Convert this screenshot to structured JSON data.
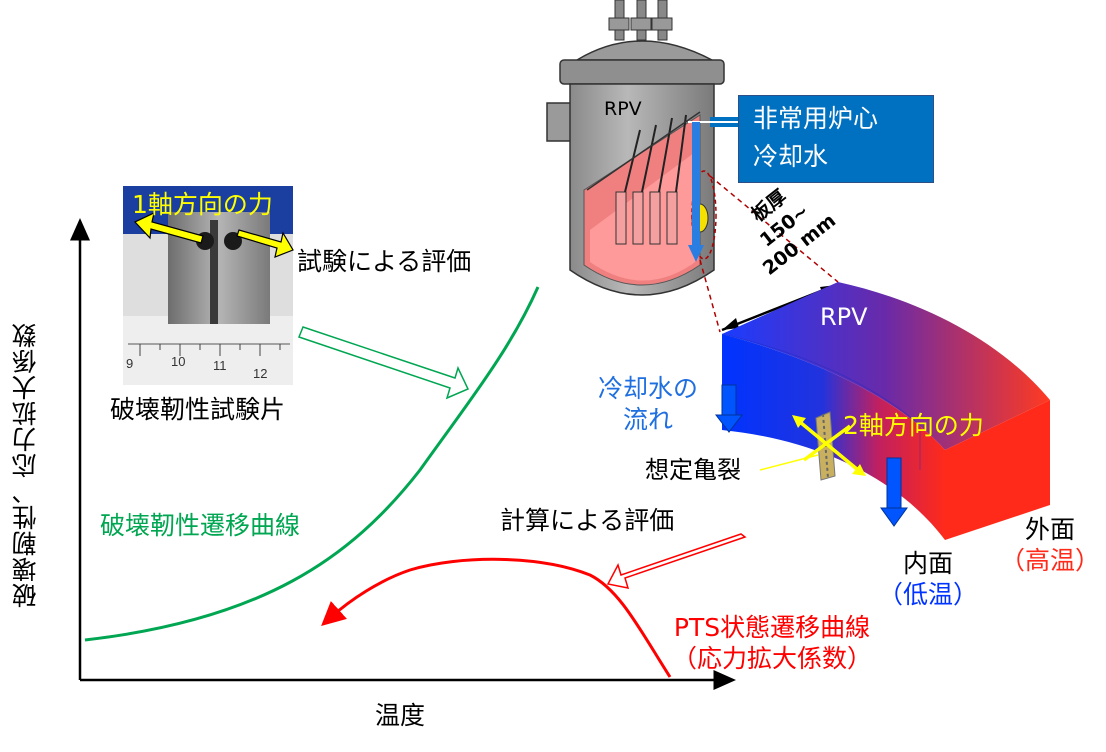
{
  "axes": {
    "ylabel": "破壊靭性、応力拡大係数",
    "xlabel": "温度"
  },
  "labels": {
    "test_eval": "試験による評価",
    "calc_eval": "計算による評価",
    "specimen": "破壊靭性試験片",
    "ftt_curve": "破壊靭性遷移曲線",
    "pts_curve_line1": "PTS状態遷移曲線",
    "pts_curve_line2": "（応力拡大係数）",
    "uniaxial_force": "1軸方向の力",
    "biaxial_force": "2軸方向の力",
    "assumed_crack": "想定亀裂",
    "coolant_flow_line1": "冷却水の",
    "coolant_flow_line2": "流れ",
    "inner_surface": "内面",
    "inner_temp": "（低温）",
    "outer_surface": "外面",
    "outer_temp": "（高温）",
    "rpv_vessel": "RPV",
    "rpv_block": "RPV",
    "thickness_line1": "板厚",
    "thickness_line2": "150~",
    "thickness_line3": "200 mm"
  },
  "coolant_box": {
    "line1": "非常用炉心",
    "line2": "冷却水"
  },
  "ruler_ticks": [
    "9",
    "10",
    "11",
    "12"
  ],
  "colors": {
    "ftt_curve": "#00a651",
    "pts_curve": "#ff0000",
    "coolant_box": "#0070c0",
    "flow_text": "#1f6fe0",
    "force_text": "#ffff00",
    "inner_cold": "#0033ff",
    "outer_hot": "#ff2a1a"
  }
}
